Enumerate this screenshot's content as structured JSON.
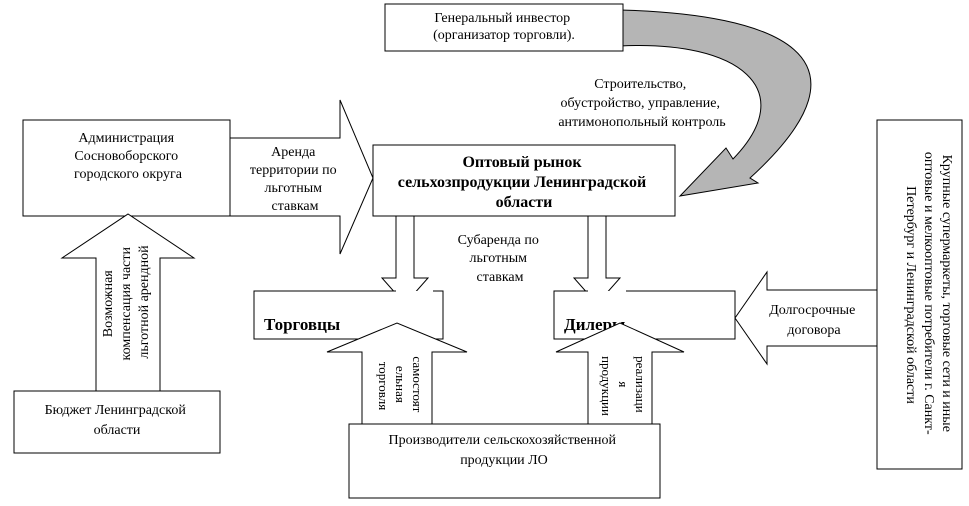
{
  "nodes": {
    "investor": [
      "Генеральный инвестор",
      "(организатор торговли)."
    ],
    "admin": [
      "Администрация",
      "Сосновоборского",
      "городского округа"
    ],
    "market": [
      "Оптовый рынок",
      "сельхозпродукции Ленинградской",
      "области"
    ],
    "budget": [
      "Бюджет Ленинградской",
      "области"
    ],
    "traders": "Торговцы",
    "dealers": "Дилеры",
    "producers": [
      "Производители сельскохозяйственной",
      "продукции ЛО"
    ],
    "buyers": [
      "Крупные супермаркеты, торговые сети и иные",
      "оптовые и мелкооптовые потребители г. Санкт-",
      "Петербург и Ленинградской области"
    ]
  },
  "labels": {
    "construction": [
      "Строительство,",
      "обустройство, управление,",
      "антимонопольный контроль"
    ],
    "rent": [
      "Аренда",
      "территории по",
      "льготным",
      "ставкам"
    ],
    "sublease": [
      "Субаренда по",
      "льготным",
      "ставкам"
    ],
    "contracts": [
      "Долгосрочные",
      "договора"
    ],
    "compensation": [
      "Возможная",
      "компенсация части",
      "льготной арендной"
    ],
    "self_trade": [
      "самостоят",
      "ельная",
      "торговля"
    ],
    "realization": [
      "реализаци",
      "я",
      "продукции"
    ]
  }
}
